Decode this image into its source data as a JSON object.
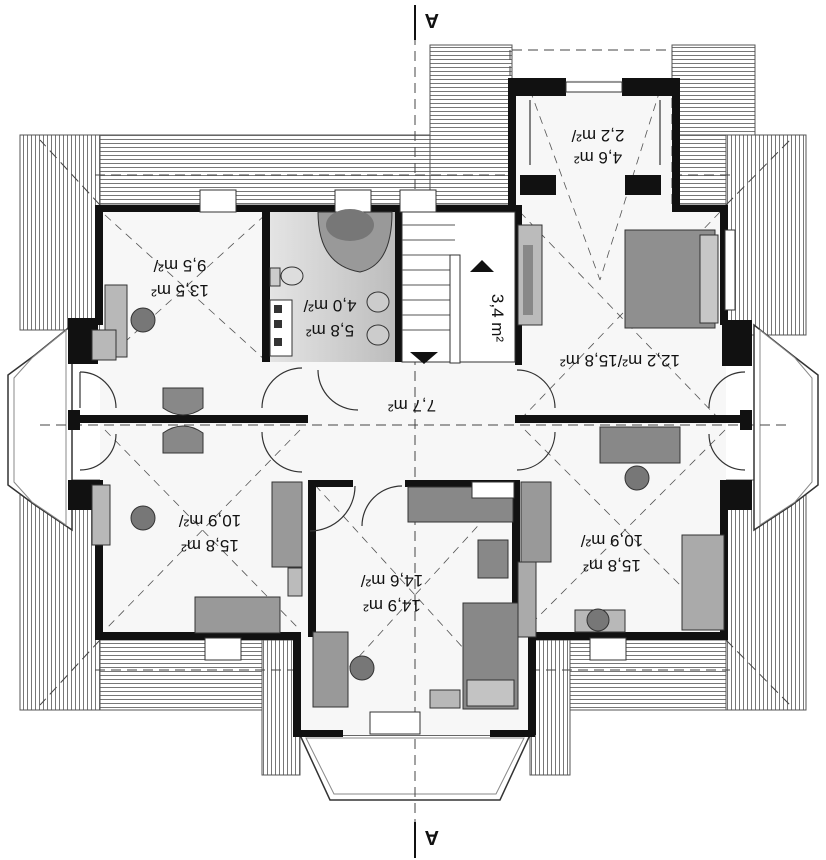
{
  "section_marker": "A",
  "rooms": [
    {
      "id": "dressing",
      "area_top": "2,2 m²/",
      "area_bottom": "4,6 m²"
    },
    {
      "id": "bedroom-nw",
      "area_top": "9,5 m²/",
      "area_bottom": "13,5 m²"
    },
    {
      "id": "bathroom",
      "area_top": "4,0 m²/",
      "area_bottom": "5,8 m²"
    },
    {
      "id": "stair-height",
      "area_top": "3,4 m²"
    },
    {
      "id": "bedroom-ne",
      "area_top": "12,2 m²/15,8 m²"
    },
    {
      "id": "hall",
      "area_top": "7,7 m²"
    },
    {
      "id": "bedroom-sw",
      "area_top": "10,9 m²/",
      "area_bottom": "15,8 m²"
    },
    {
      "id": "bedroom-s",
      "area_top": "14,6 m²/",
      "area_bottom": "14,9 m²"
    },
    {
      "id": "bedroom-se",
      "area_top": "10,9 m²/",
      "area_bottom": "15,8 m²"
    }
  ]
}
